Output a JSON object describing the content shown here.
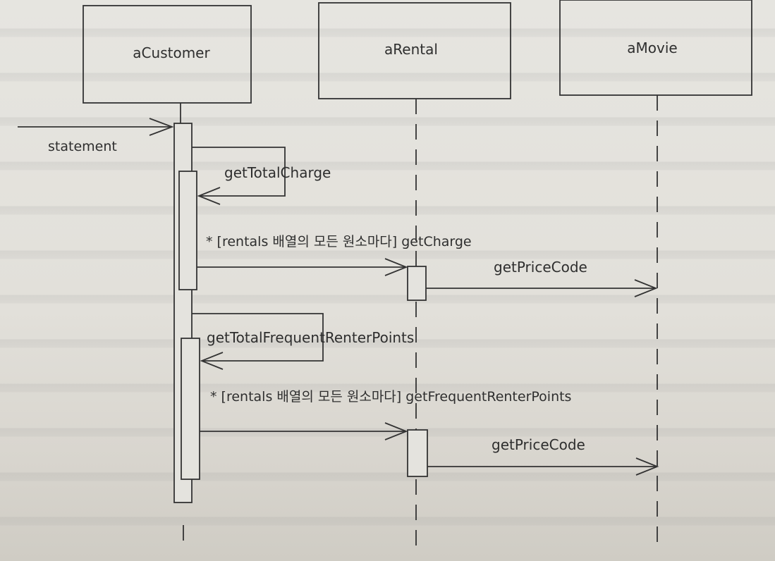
{
  "diagram": {
    "objects": [
      {
        "id": "customer",
        "name": "aCustomer"
      },
      {
        "id": "rental",
        "name": "aRental"
      },
      {
        "id": "movie",
        "name": "aMovie"
      }
    ],
    "messages": {
      "statement": "statement",
      "get_total_charge": "getTotalCharge",
      "get_charge": "* [rentals 배열의 모든 원소마다] getCharge",
      "get_price_code_1": "getPriceCode",
      "get_total_frequent_renter_points": "getTotalFrequentRenterPoints",
      "get_frequent_renter_points": "* [rentals 배열의 모든 원소마다] getFrequentRenterPoints",
      "get_price_code_2": "getPriceCode"
    }
  }
}
